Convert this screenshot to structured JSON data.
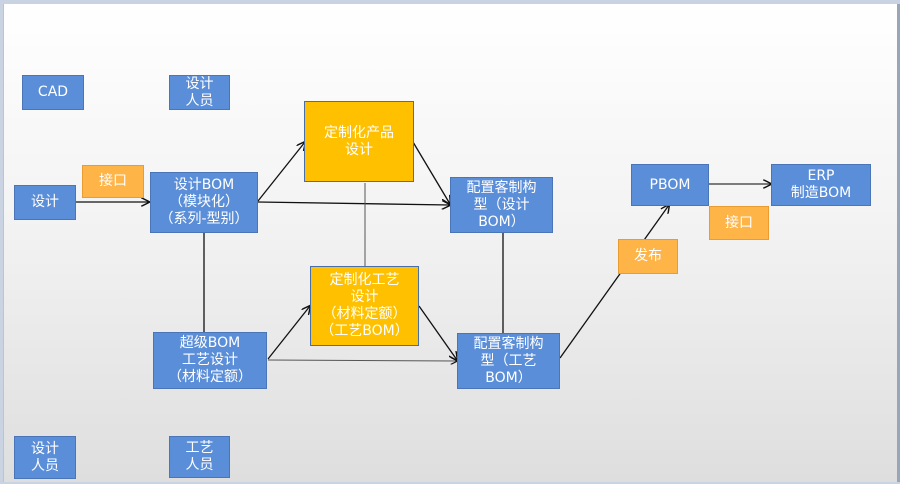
{
  "colors": {
    "process_blue": "#5b8ed8",
    "custom_gold": "#ffc000",
    "label_orange": "#ffb447",
    "connector": "#111111"
  },
  "nodes": {
    "cad": {
      "lines": [
        "CAD"
      ]
    },
    "designer_top": {
      "lines": [
        "设计",
        "人员"
      ]
    },
    "design": {
      "lines": [
        "设计"
      ]
    },
    "interface_left": {
      "lines": [
        "接口"
      ]
    },
    "design_bom": {
      "lines": [
        "设计BOM",
        "（模块化）",
        "（系列-型别）"
      ]
    },
    "custom_product_design": {
      "lines": [
        "定制化产品",
        "设计"
      ]
    },
    "config_design_bom": {
      "lines": [
        "配置客制构",
        "型（设计",
        "BOM）"
      ]
    },
    "custom_process_design": {
      "lines": [
        "定制化工艺",
        "设计",
        "（材料定额）",
        "（工艺BOM）"
      ]
    },
    "super_bom": {
      "lines": [
        "超级BOM",
        "工艺设计",
        "（材料定额）"
      ]
    },
    "config_process_bom": {
      "lines": [
        "配置客制构",
        "型（工艺",
        "BOM）"
      ]
    },
    "release": {
      "lines": [
        "发布"
      ]
    },
    "pbom": {
      "lines": [
        "PBOM"
      ]
    },
    "interface_right": {
      "lines": [
        "接口"
      ]
    },
    "erp_bom": {
      "lines": [
        "ERP",
        "制造BOM"
      ]
    },
    "designer_bottom": {
      "lines": [
        "设计",
        "人员"
      ]
    },
    "process_staff": {
      "lines": [
        "工艺",
        "人员"
      ]
    }
  }
}
